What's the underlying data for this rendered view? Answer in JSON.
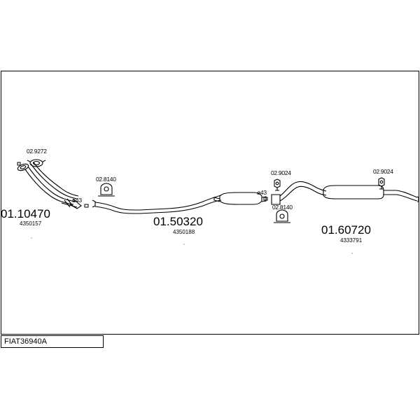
{
  "drawing_id": "FIAT36940A",
  "parts": [
    {
      "code": "01.10470",
      "oe": "4350157"
    },
    {
      "code": "01.50320",
      "oe": "4350188"
    },
    {
      "code": "01.60720",
      "oe": "4333791"
    }
  ],
  "fittings": {
    "gasket_front": "02.9272",
    "mount_1": "02.8140",
    "mount_2": "02.9024",
    "mount_3": "02.8140",
    "mount_4": "02.9024"
  },
  "diameters": {
    "clamp_1": "ø43",
    "clamp_2": "ø43"
  }
}
